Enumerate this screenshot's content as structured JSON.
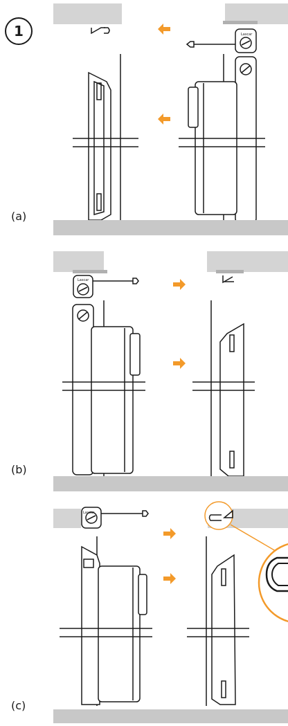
{
  "step": {
    "number": "1"
  },
  "panels": [
    {
      "id": "a",
      "label": "(a)"
    },
    {
      "id": "b",
      "label": "(b)"
    },
    {
      "id": "c",
      "label": "(c)"
    }
  ],
  "device": {
    "brand_mark": "Lascar"
  },
  "colors": {
    "arrow": "#f39a2a",
    "ceiling": "#d4d4d4",
    "floor": "#c8c8c8",
    "outline": "#1a1a1a",
    "magnifier": "#f39a2a"
  },
  "icons": [
    "left-arrow-icon",
    "right-arrow-icon",
    "magnifier-icon",
    "lock-key-icon"
  ]
}
